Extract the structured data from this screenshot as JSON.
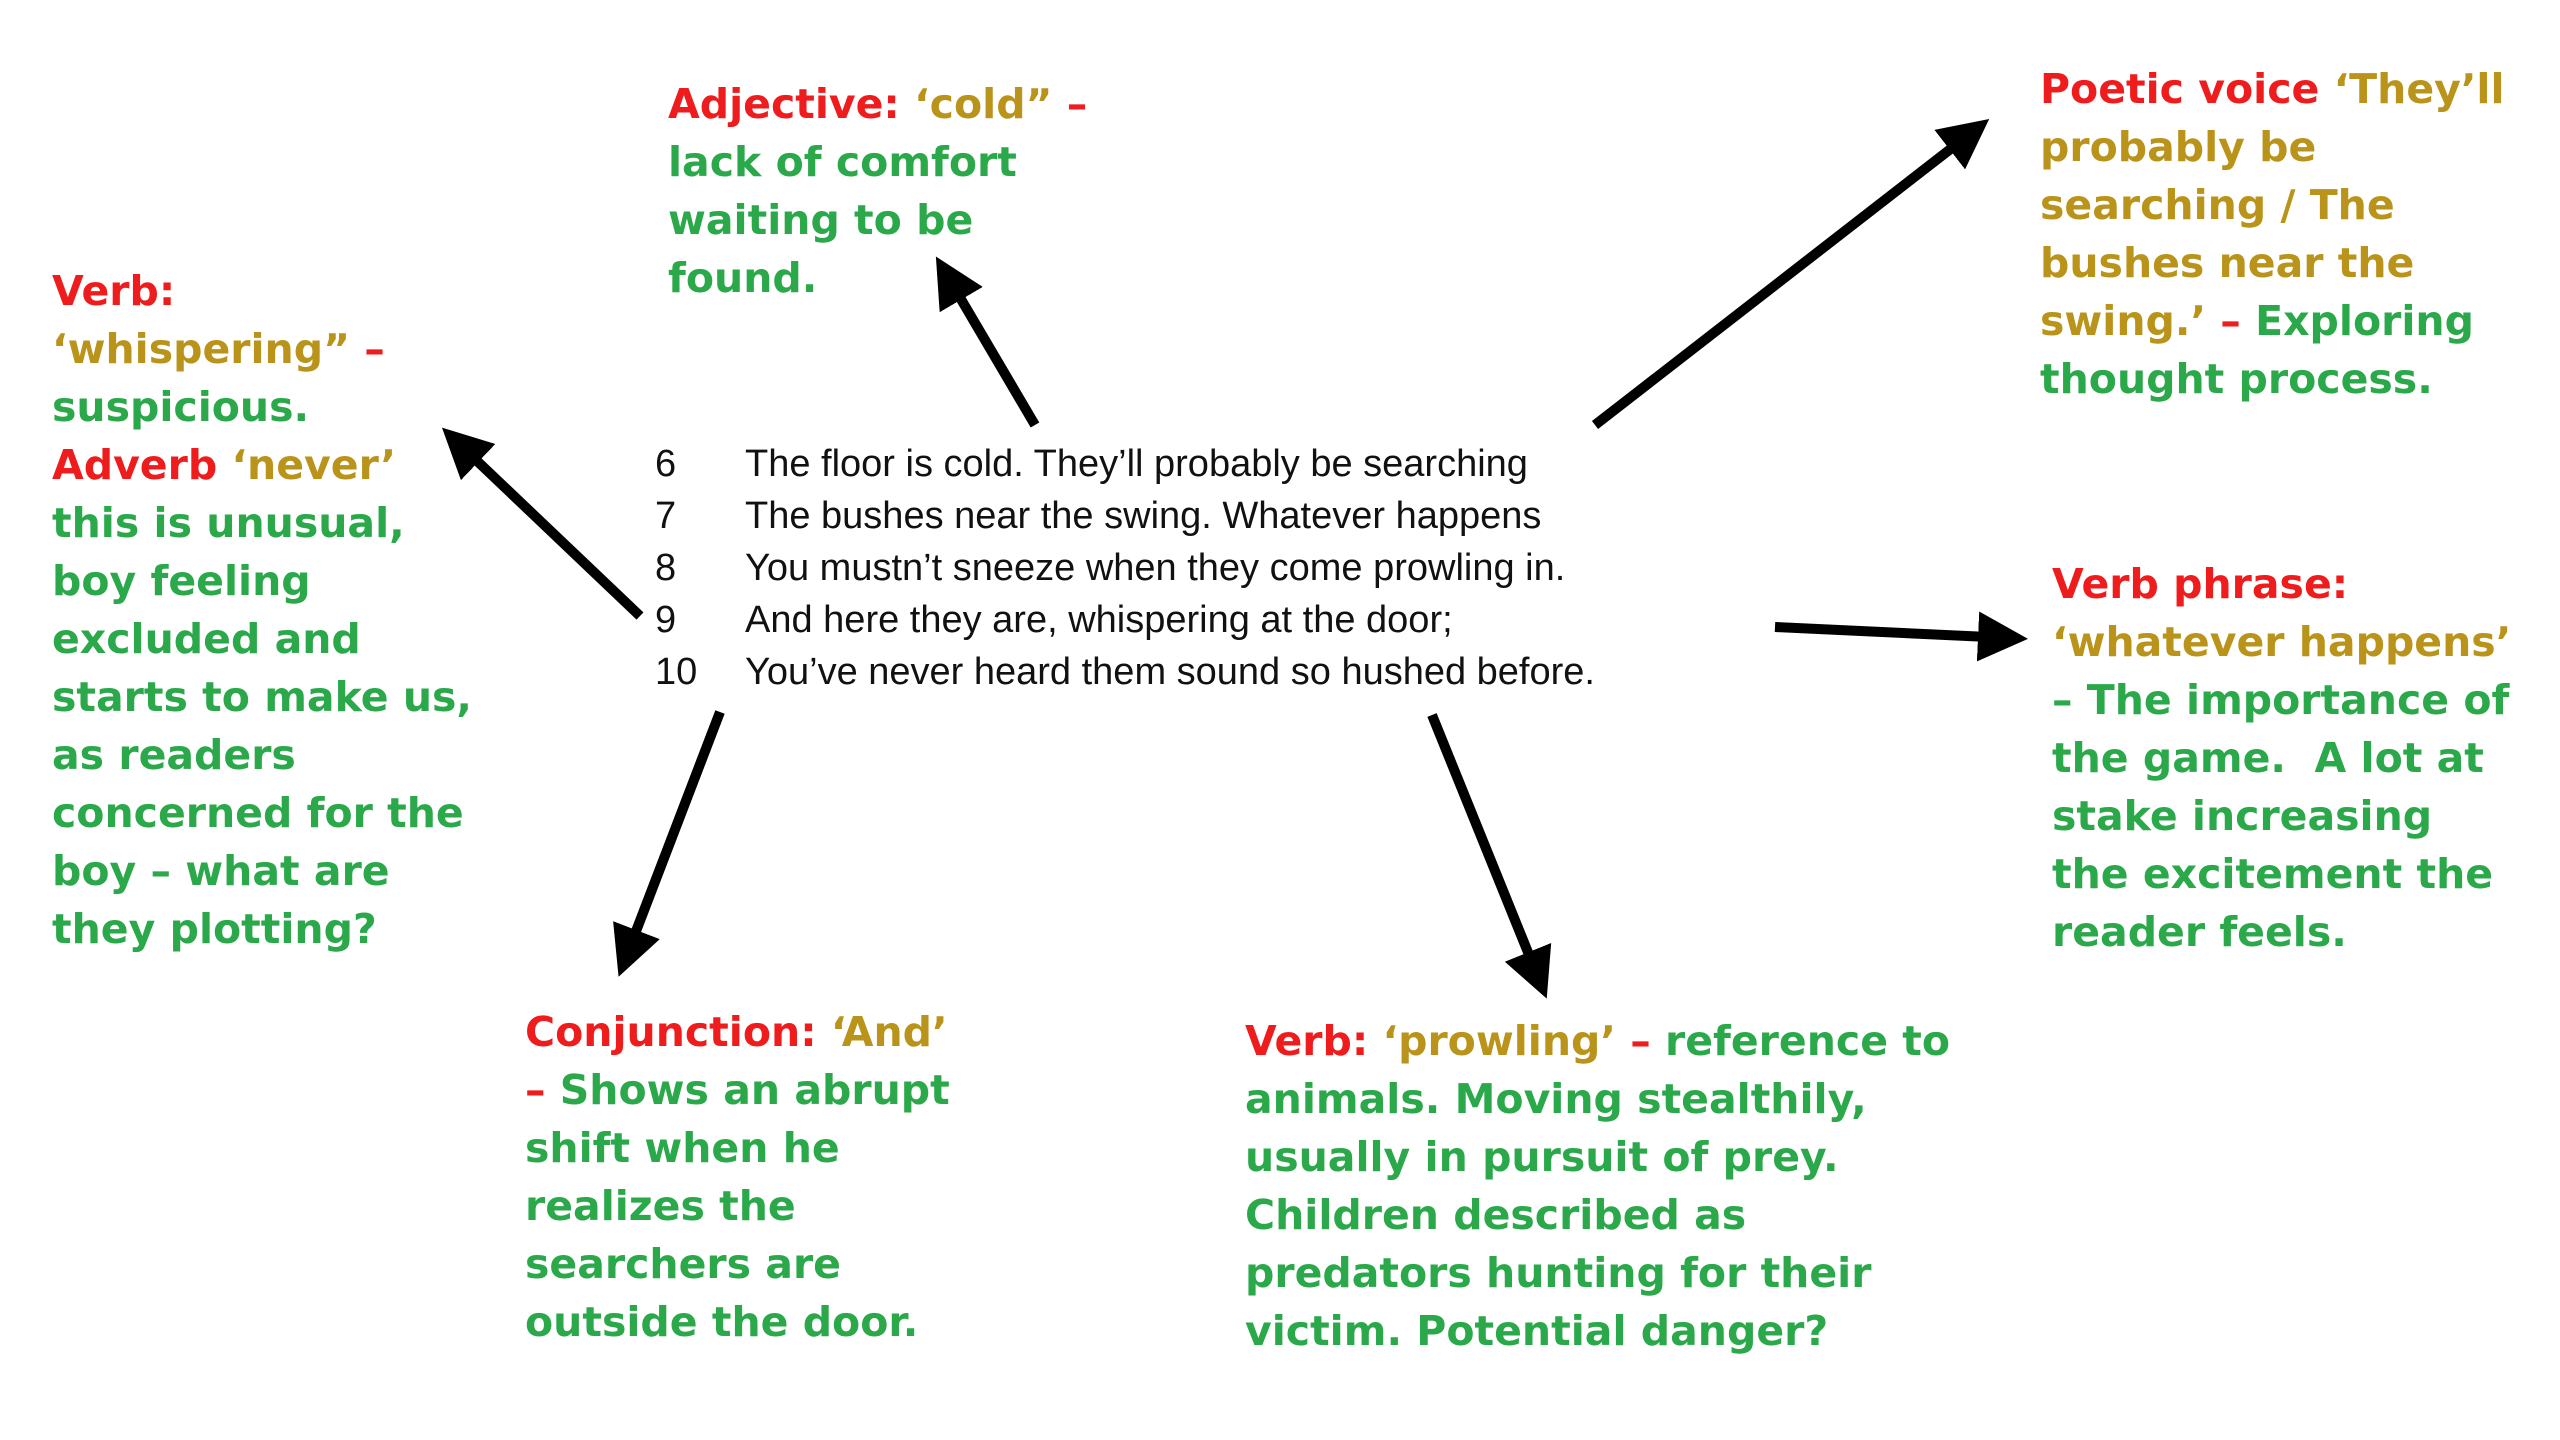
{
  "poem": {
    "lines": [
      {
        "num": "6",
        "text": "The floor is cold. They’ll probably be searching"
      },
      {
        "num": "7",
        "text": "The bushes near the swing. Whatever happens"
      },
      {
        "num": "8",
        "text": "You mustn’t sneeze when they come prowling in."
      },
      {
        "num": "9",
        "text": "And here they are, whispering at the door;"
      },
      {
        "num": "10",
        "text": "You’ve never heard them sound so hushed before."
      }
    ]
  },
  "annotations": {
    "adjective": {
      "label": "Adjective:",
      "quote": " ‘cold” ",
      "dash": "–",
      "body": "lack of comfort waiting to be found."
    },
    "verb_whispering": {
      "label": "Verb:",
      "quote": " ‘whispering” ",
      "dash": "–",
      "body1": "suspicious.",
      "label2": " Adverb",
      "quote2": "‘never’",
      "body2": " this is unusual, boy feeling excluded and starts to make us, as readers concerned for the boy – what are they plotting?"
    },
    "poetic_voice": {
      "label": "Poetic voice",
      "quote": " ‘They’ll probably be searching / The bushes near the swing.’",
      "dash": " – ",
      "body": "Exploring thought process."
    },
    "verb_phrase": {
      "label": "Verb phrase:",
      "quote": "‘whatever happens’",
      "body": "– The importance of the game.  A lot at stake increasing the excitement the reader feels."
    },
    "conjunction": {
      "label": "Conjunction:",
      "quote": " ‘And’",
      "dash": " –",
      "body": "Shows an abrupt shift when he realizes the searchers are outside the door."
    },
    "verb_prowling": {
      "label": "Verb:",
      "quote": " ‘prowling’",
      "dash": " – ",
      "body": "reference to animals. Moving stealthily, usually in pursuit of prey. Children described as predators hunting for their victim. Potential danger?"
    }
  },
  "colors": {
    "label": "#ee1c1c",
    "quote": "#b9931a",
    "explanation": "#2aa84a",
    "arrow": "#000000"
  }
}
